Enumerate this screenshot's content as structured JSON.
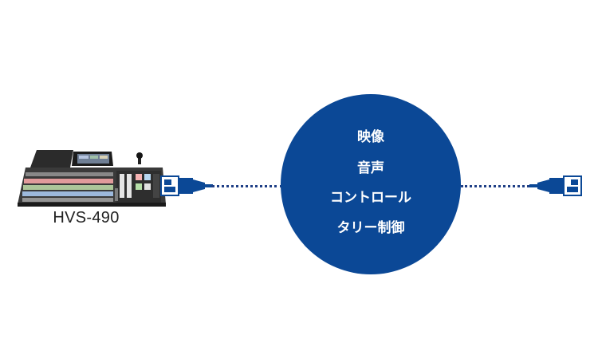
{
  "device": {
    "label": "HVS-490",
    "icon": "video-switcher-console-icon"
  },
  "connection": {
    "color": "#0b4896",
    "items": [
      "映像",
      "音声",
      "コントロール",
      "タリー制御"
    ]
  },
  "connectors": {
    "left_icon": "ethernet-plug-icon",
    "right_icon": "ethernet-plug-icon"
  }
}
